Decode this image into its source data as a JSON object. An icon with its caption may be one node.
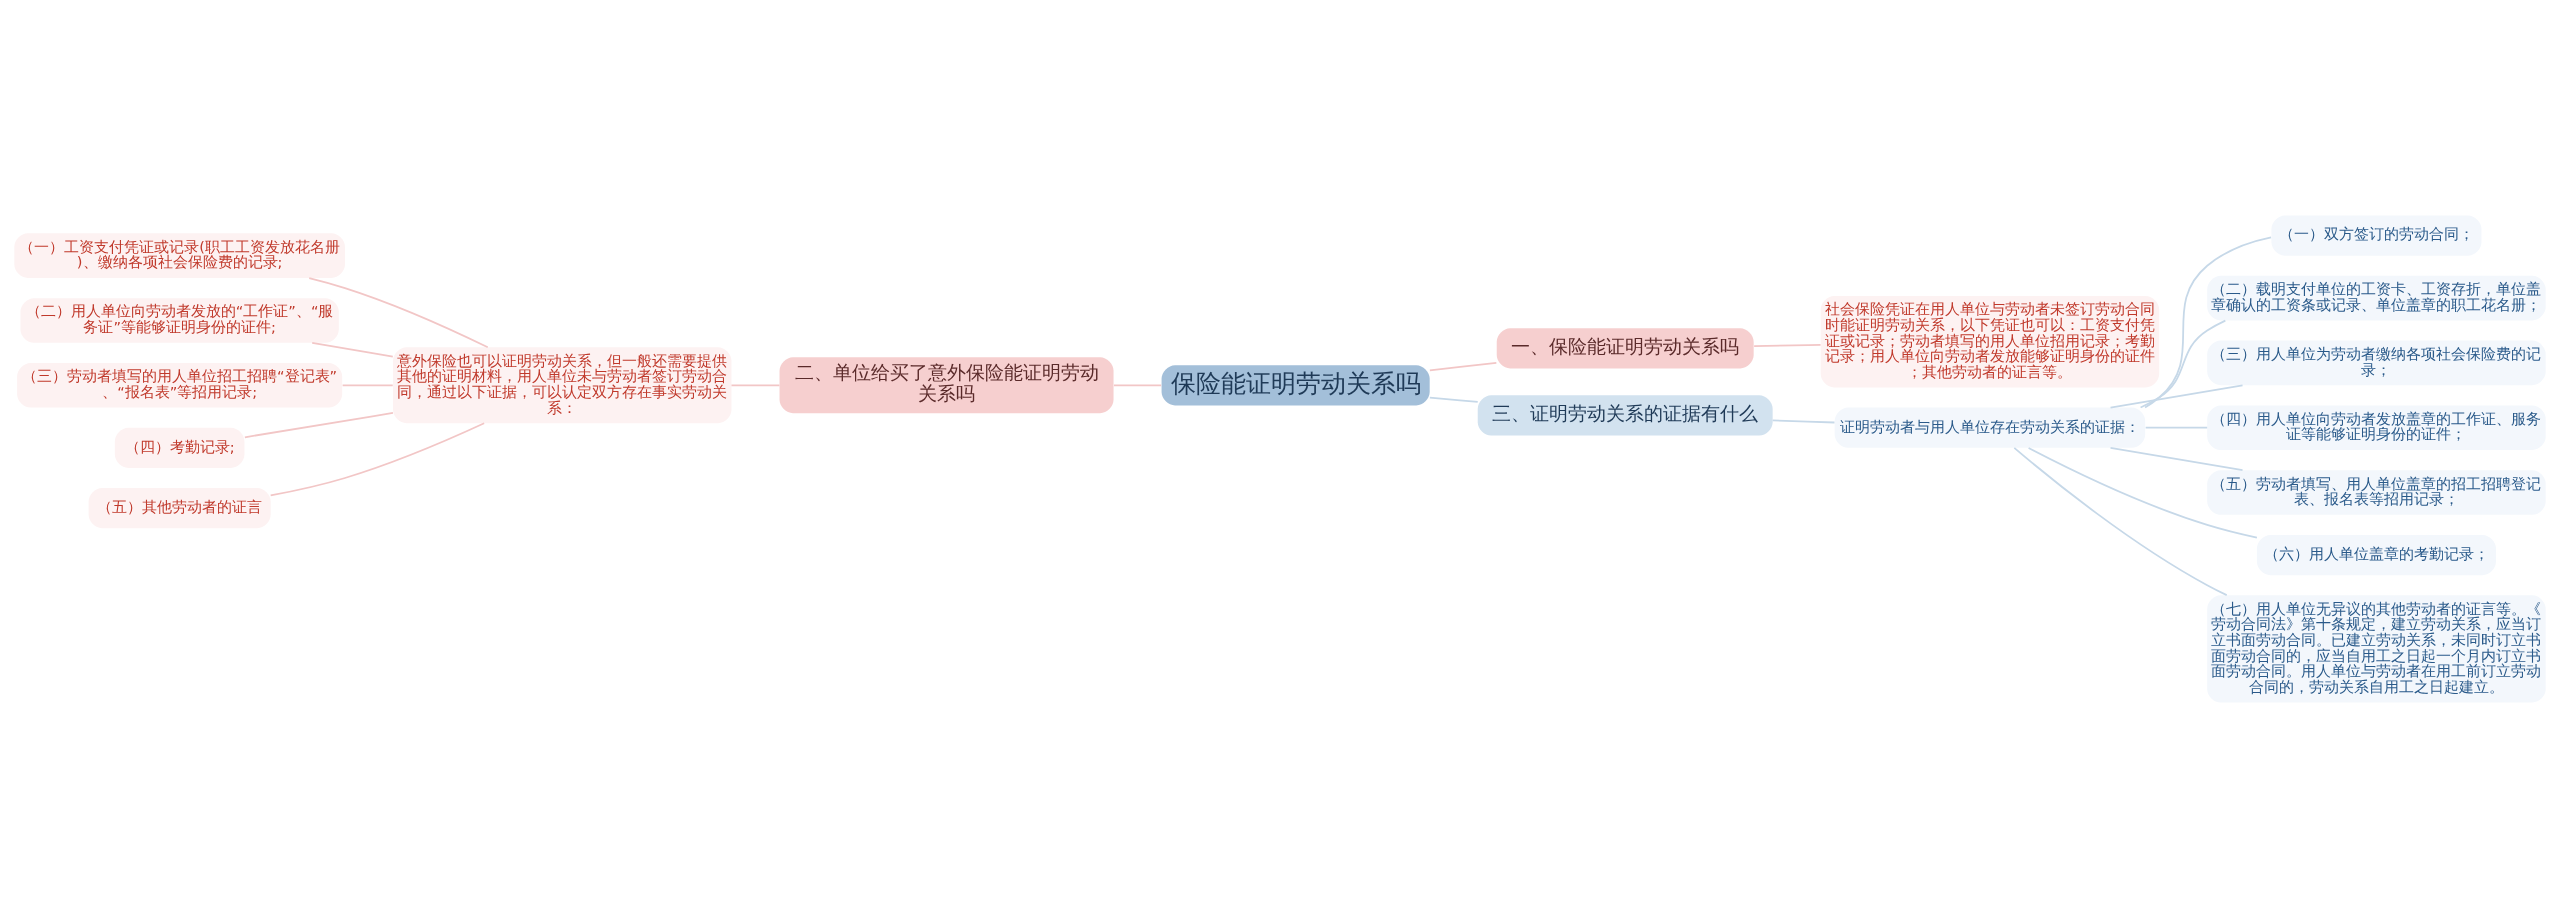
{
  "diagram": {
    "nodes": [
      {
        "text": [
          "保险能证明劳动关系吗"
        ]
      },
      {
        "text": [
          "一、保险能证明劳动关系吗"
        ]
      },
      {
        "text": [
          "社会保险凭证在用人单位与劳动者未签订劳动合同时能证明劳动关系，以下凭证也可以：工资支付凭证或记录；劳动者填写的用人单位招用记录；考勤记录；用人单位向劳动者发放能够证明身份的证件；其他劳动者的证言等。"
        ]
      },
      {
        "text": [
          "二、单位给买了意外保险能证明劳动关系吗"
        ]
      },
      {
        "text": [
          "意外保险也可以证明劳动关系，但一般还需要提供其他的证明材料，用人单位未与劳动者签订劳动合同，通过以下证据，可以认定双方存在事实劳动关系："
        ]
      },
      {
        "text": [
          "（一）工资支付凭证或记录(职工工资发放花名册)、缴纳各项社会保险费的记录;"
        ]
      },
      {
        "text": [
          "（二）用人单位向劳动者发放的“工作证”、“服务证”等能够证明身份的证件;"
        ]
      },
      {
        "text": [
          "（三）劳动者填写的用人单位招工招聘“登记表”、“报名表”等招用记录;"
        ]
      },
      {
        "text": [
          "（四）考勤记录;"
        ]
      },
      {
        "text": [
          "（五）其他劳动者的证言"
        ]
      },
      {
        "text": [
          "三、证明劳动关系的证据有什么"
        ]
      },
      {
        "text": [
          "证明劳动者与用人单位存在劳动关系的证据："
        ]
      },
      {
        "text": [
          "（一）双方签订的劳动合同；"
        ]
      },
      {
        "text": [
          "（二）载明支付单位的工资卡、工资存折，单位盖章确认的工资条或记录、单位盖章的职工花名册；"
        ]
      },
      {
        "text": [
          "（三）用人单位为劳动者缴纳各项社会保险费的记录；"
        ]
      },
      {
        "text": [
          "（四）用人单位向劳动者发放盖章的工作证、服务证等能够证明身份的证件；"
        ]
      },
      {
        "text": [
          "（五）劳动者填写、用人单位盖章的招工招聘登记表、报名表等招用记录；"
        ]
      },
      {
        "text": [
          "（六）用人单位盖章的考勤记录；"
        ]
      },
      {
        "text": [
          "（七）用人单位无异议的其他劳动者的证言等。《劳动合同法》第十条规定，建立劳动关系，应当订立书面劳动合同。已建立劳动关系，未同时订立书面劳动合同的，应当自用工之日起一个月内订立书面劳动合同。用人单位与劳动者在用工前订立劳动合同的，劳动关系自用工之日起建立。"
        ]
      }
    ],
    "edges": [
      {
        "from": 0,
        "to": 1,
        "arrow": "none",
        "color": "#f2c6c6"
      },
      {
        "from": 1,
        "to": 2,
        "arrow": "none",
        "color": "#f2c6c6"
      },
      {
        "from": 0,
        "to": 3,
        "arrow": "none",
        "color": "#f2c6c6"
      },
      {
        "from": 3,
        "to": 4,
        "arrow": "none",
        "color": "#f2c6c6"
      },
      {
        "from": 4,
        "to": 5,
        "arrow": "none",
        "color": "#f2c6c6"
      },
      {
        "from": 4,
        "to": 6,
        "arrow": "none",
        "color": "#f2c6c6"
      },
      {
        "from": 4,
        "to": 7,
        "arrow": "none",
        "color": "#f2c6c6"
      },
      {
        "from": 4,
        "to": 8,
        "arrow": "none",
        "color": "#f2c6c6"
      },
      {
        "from": 4,
        "to": 9,
        "arrow": "none",
        "color": "#f2c6c6"
      },
      {
        "from": 0,
        "to": 10,
        "arrow": "none",
        "color": "#c6d8e8"
      },
      {
        "from": 10,
        "to": 11,
        "arrow": "none",
        "color": "#c6d8e8"
      },
      {
        "from": 11,
        "to": 12,
        "arrow": "none",
        "color": "#c6d8e8"
      },
      {
        "from": 11,
        "to": 13,
        "arrow": "none",
        "color": "#c6d8e8"
      },
      {
        "from": 11,
        "to": 14,
        "arrow": "none",
        "color": "#c6d8e8"
      },
      {
        "from": 11,
        "to": 15,
        "arrow": "none",
        "color": "#c6d8e8"
      },
      {
        "from": 11,
        "to": 16,
        "arrow": "none",
        "color": "#c6d8e8"
      },
      {
        "from": 11,
        "to": 17,
        "arrow": "none",
        "color": "#c6d8e8"
      },
      {
        "from": 11,
        "to": 18,
        "arrow": "none",
        "color": "#c6d8e8"
      }
    ]
  }
}
